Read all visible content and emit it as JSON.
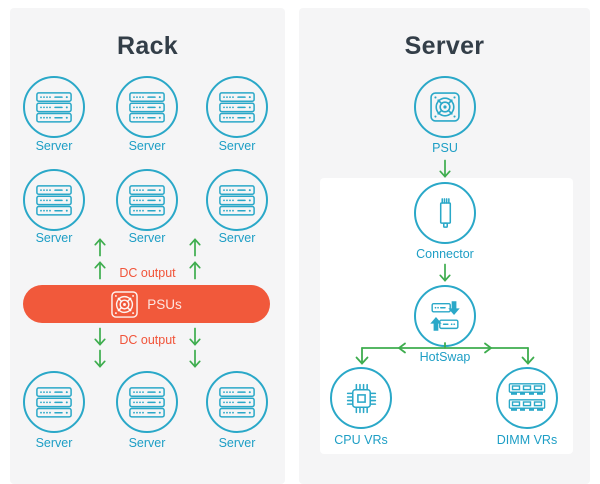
{
  "colors": {
    "teal_stroke": "#2AA8C8",
    "teal_text": "#1D9EC5",
    "green_arrow": "#3EAD4E",
    "orange_bar": "#F1593B",
    "orange_text": "#F1543A",
    "title_text": "#333E48",
    "panel_background": "#F5F5F6",
    "card_background": "#FFFFFF"
  },
  "rack": {
    "title": "Rack",
    "grid": {
      "rows": 3,
      "columns": 3
    },
    "server_label": "Server",
    "dc_output_top": "DC output",
    "dc_output_bottom": "DC output",
    "psu_bar": {
      "label": "PSUs",
      "icon": "psu-fan-icon"
    }
  },
  "server": {
    "title": "Server",
    "nodes": {
      "psu": "PSU",
      "connector": "Connector",
      "hotswap": "HotSwap",
      "cpu_vrs": "CPU VRs",
      "dimm_vrs": "DIMM VRs"
    },
    "flow": [
      "PSU -> Connector",
      "Connector -> HotSwap",
      "HotSwap -> CPU VRs",
      "HotSwap -> DIMM VRs"
    ]
  }
}
